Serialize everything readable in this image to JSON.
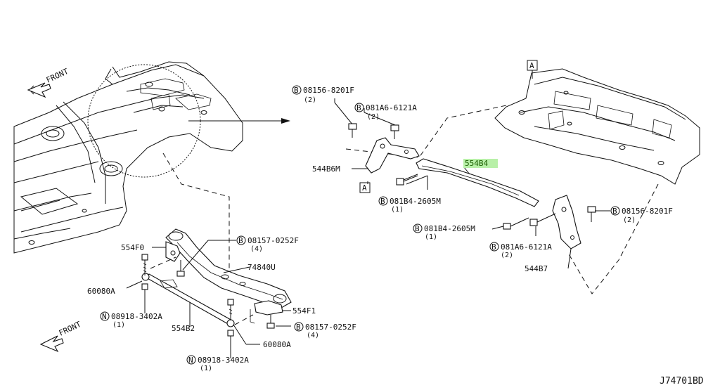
{
  "diagram": {
    "code": "J74701BD",
    "directions": {
      "front_top": "FRONT",
      "front_bottom": "FRONT"
    },
    "ref_marker": "A",
    "symbol_bolt": "B",
    "symbol_nut": "N",
    "parts": {
      "p554B4": "554B4",
      "p544B6M": "544B6M",
      "p544B7": "544B7",
      "p554F0": "554F0",
      "p554F1": "554F1",
      "p554B2": "554B2",
      "p74840U": "74840U",
      "p60080A_left": "60080A",
      "p60080A_right": "60080A"
    },
    "callouts": {
      "c1": {
        "number": "08156-8201F",
        "qty": "(2)"
      },
      "c2": {
        "number": "081A6-6121A",
        "qty": "(2)"
      },
      "c3": {
        "number": "081B4-2605M",
        "qty": "(1)"
      },
      "c4": {
        "number": "08156-8201F",
        "qty": "(2)"
      },
      "c5": {
        "number": "081B4-2605M",
        "qty": "(1)"
      },
      "c6": {
        "number": "081A6-6121A",
        "qty": "(2)"
      },
      "c7": {
        "number": "08157-0252F",
        "qty": "(4)"
      },
      "c8": {
        "number": "08918-3402A",
        "qty": "(1)"
      },
      "c9": {
        "number": "08157-0252F",
        "qty": "(4)"
      },
      "c10": {
        "number": "08918-3402A",
        "qty": "(1)"
      }
    },
    "highlight_color": "#b8f0a8"
  }
}
